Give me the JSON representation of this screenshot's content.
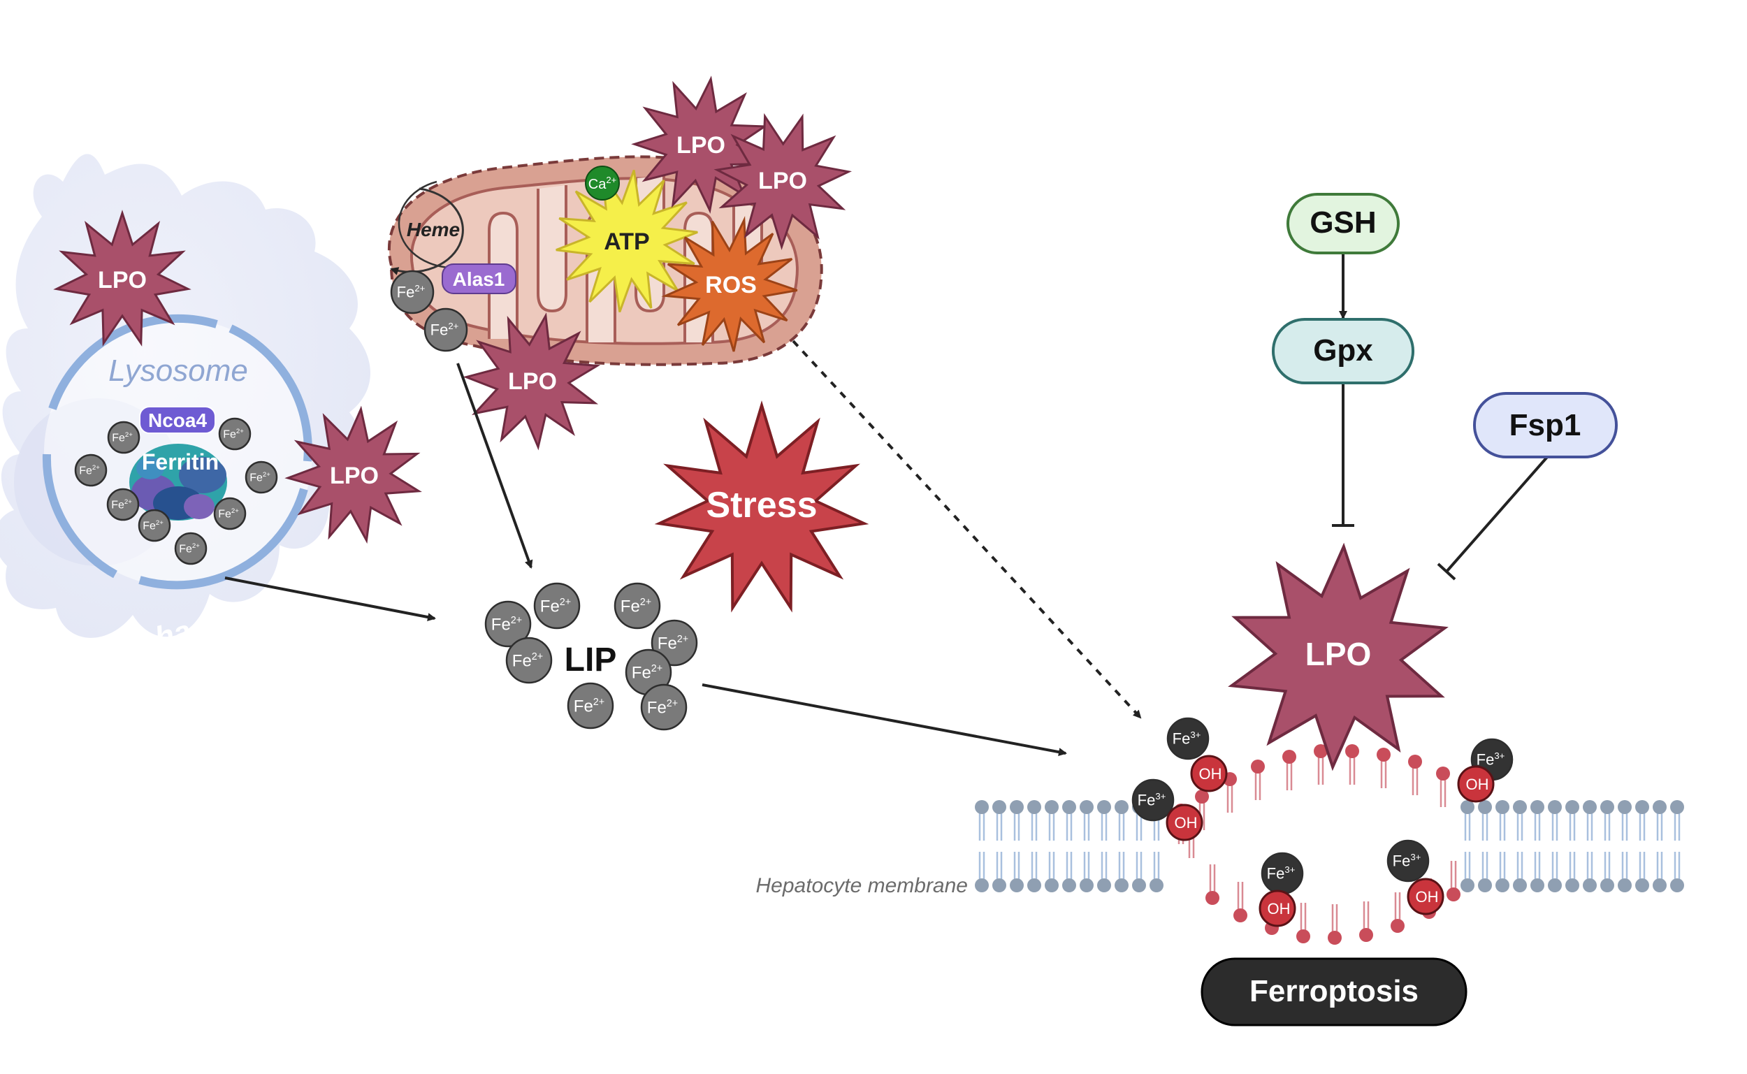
{
  "labels": {
    "lpo": "LPO",
    "lysosome": "Lysosome",
    "macrophage": "Macrophage",
    "ncoa4": "Ncoa4",
    "ferritin": "Ferritin",
    "heme": "Heme",
    "alas1": "Alas1",
    "atp": "ATP",
    "ros": "ROS",
    "ca": "Ca",
    "ca_charge": "2+",
    "stress": "Stress",
    "lip": "LIP",
    "gsh": "GSH",
    "gpx": "Gpx",
    "fsp1": "Fsp1",
    "membrane": "Hepatocyte membrane",
    "ferroptosis": "Ferroptosis",
    "fe": "Fe",
    "fe2_charge": "2+",
    "fe3_charge": "3+",
    "oh": "OH"
  },
  "colors": {
    "lpo_fill": "#a9506a",
    "lpo_stroke": "#6e2a40",
    "stress_fill": "#c8434a",
    "atp_fill": "#f5ef4a",
    "ros_fill": "#dd6a2e",
    "mito_fill": "#d9a192",
    "mito_stroke": "#7a3a3a",
    "gsh_fill": "#e2f4df",
    "gpx_fill": "#d6ecec",
    "fsp1_fill": "#e0e6fa",
    "alas1_fill": "#9a6bd0",
    "ncoa4_fill": "#6e5bd3",
    "ferroptosis_fill": "#2c2c2c",
    "oh_fill": "#c9343c",
    "lysosome_stroke": "#8fb0de",
    "macrophage_fill": "#e9ecf8"
  }
}
